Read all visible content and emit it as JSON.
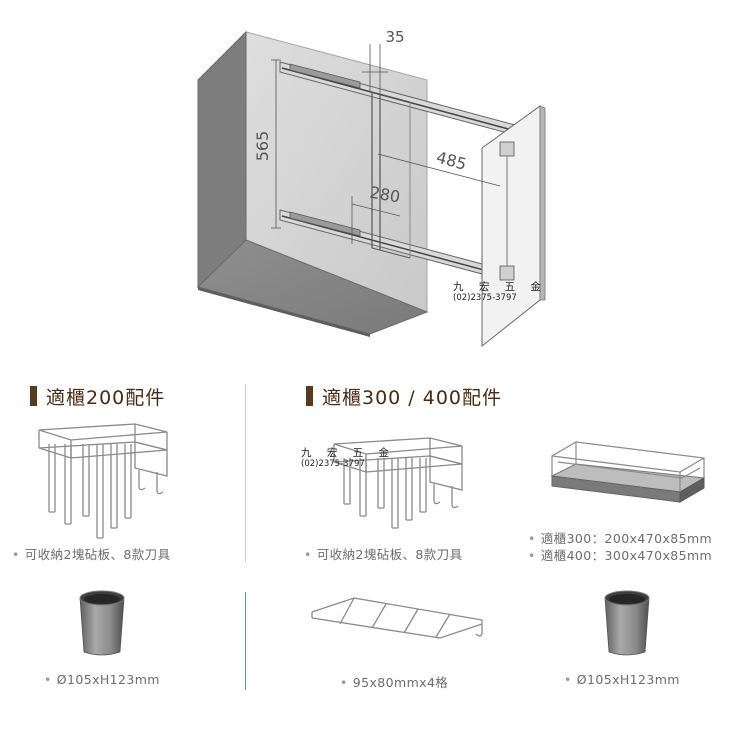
{
  "diagram": {
    "dim_top": "35",
    "dim_height": "565",
    "dim_depth": "485",
    "dim_width": "280"
  },
  "watermark": {
    "name": "九 宏 五 金",
    "phone": "(02)2375-3797"
  },
  "sections": {
    "left_title": "適櫃200配件",
    "right_title": "適櫃300 / 400配件"
  },
  "items": {
    "knife_rack_left_caption": "可收納2塊砧板、8款刀具",
    "knife_rack_right_caption": "可收納2塊砧板、8款刀具",
    "basket_spec_300": "適櫃300：200x470x85mm",
    "basket_spec_400": "適櫃400：300x470x85mm",
    "cup_left_caption": "Ø105xH123mm",
    "rail_caption": "95x80mmx4格",
    "cup_right_caption": "Ø105xH123mm"
  },
  "colors": {
    "cabinet_dark": "#7d7c7d",
    "cabinet_light": "#bfbfbf",
    "title_bar": "#5b3a1e",
    "divider_teal": "#4fa39b"
  },
  "icons": [
    "cabinet-diagram",
    "knife-rack",
    "storage-basket",
    "steel-cup",
    "towel-rail"
  ]
}
